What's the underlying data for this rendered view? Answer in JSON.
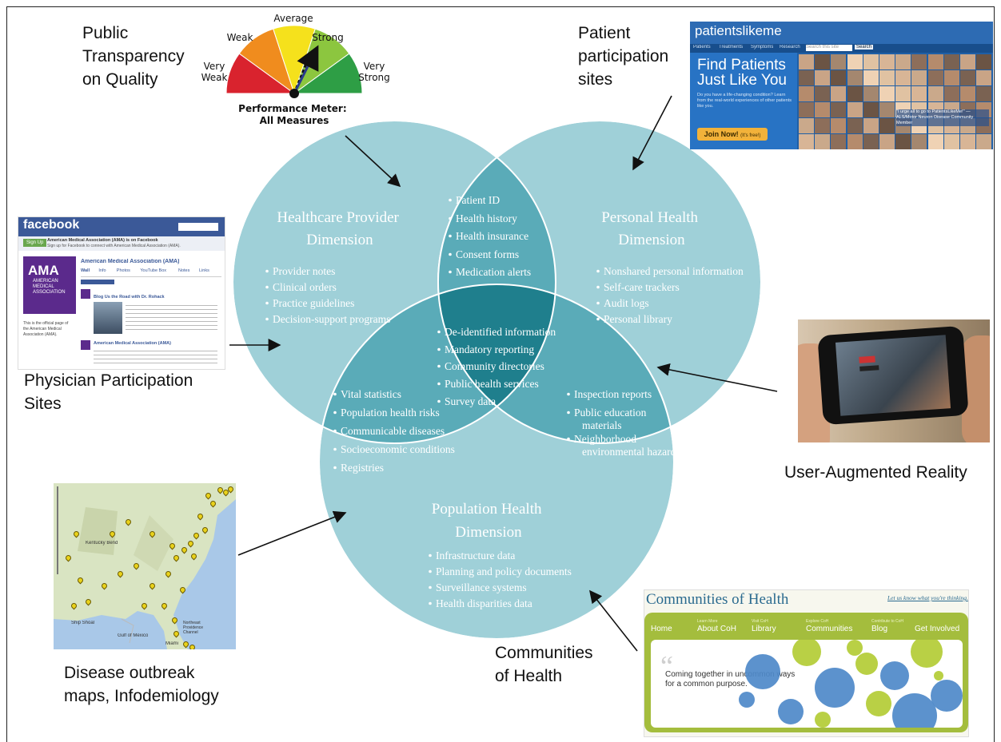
{
  "labels": {
    "public_transparency": [
      "Public",
      "Transparency",
      "on Quality"
    ],
    "patient_participation": [
      "Patient",
      "participation",
      "sites"
    ],
    "physician_participation": [
      "Physician Participation",
      "Sites"
    ],
    "user_augmented": "User-Augmented Reality",
    "disease_outbreak": [
      "Disease outbreak",
      "maps, Infodemiology"
    ],
    "communities_health": [
      "Communities",
      "of Health"
    ]
  },
  "meter": {
    "levels": [
      "Very Weak",
      "Weak",
      "Average",
      "Strong",
      "Very Strong"
    ],
    "caption": [
      "Performance Meter:",
      "All Measures"
    ],
    "colors": [
      "#d9232e",
      "#f08c1e",
      "#f5e11c",
      "#8cc63f",
      "#2e9e45"
    ]
  },
  "venn": {
    "provider": {
      "title": [
        "Healthcare Provider",
        "Dimension"
      ],
      "items": [
        "Provider notes",
        "Clinical orders",
        "Practice guidelines",
        "Decision-support programs"
      ]
    },
    "personal": {
      "title": [
        "Personal Health",
        "Dimension"
      ],
      "items": [
        "Nonshared personal information",
        "Self-care trackers",
        "Audit logs",
        "Personal library"
      ]
    },
    "population": {
      "title": [
        "Population Health",
        "Dimension"
      ],
      "items": [
        "Infrastructure data",
        "Planning and policy documents",
        "Surveillance systems",
        "Health disparities data"
      ]
    },
    "provider_personal": [
      "Patient ID",
      "Health history",
      "Health insurance",
      "Consent forms",
      "Medication alerts"
    ],
    "provider_population": [
      "Vital statistics",
      "Population health risks",
      "Communicable diseases",
      "Socioeconomic conditions",
      "Registries"
    ],
    "personal_population": [
      "Inspection reports",
      "Public education",
      "materials",
      "Neighborhood",
      "environmental hazards"
    ],
    "center": [
      "De-identified information",
      "Mandatory reporting",
      "Community directories",
      "Public health services",
      "Survey data"
    ],
    "colors": {
      "circle": "#9fd0d8",
      "pair": "#5aabb8",
      "center": "#1f7f8d"
    }
  },
  "patientslikeme": {
    "logo": "patientslikeme",
    "nav": [
      "Patients",
      "Treatments",
      "Symptoms",
      "Research"
    ],
    "search_placeholder": "Search this site",
    "search_button": "Search",
    "headline": [
      "Find Patients",
      "Just Like You"
    ],
    "body": "Do you have a life-changing condition? Learn from the real-world experiences of other patients like you.",
    "quote": "\"I urge all to go to PatientsLikeMe!\" —ALS/Motor Neuron Disease Community Member",
    "join": "Join Now!",
    "join_note": "(It's free!)"
  },
  "facebook": {
    "logo": "facebook",
    "signup": "Sign Up",
    "banner": "American Medical Association (AMA) is on Facebook",
    "banner_sub": "Sign up for Facebook to connect with American Medical Association (AMA).",
    "page_name": "American Medical Association (AMA)",
    "tabs": [
      "Wall",
      "Info",
      "Photos",
      "YouTube Box",
      "Notes",
      "Links"
    ],
    "ama_logo": [
      "AMA",
      "AMERICAN",
      "MEDICAL",
      "ASSOCIATION"
    ],
    "post_title": "Blog Us the Road with Dr. Rohack",
    "left_text": "This is the official page of the American Medical Association (AMA).",
    "post2": "American Medical Association (AMA)"
  },
  "map": {
    "places": [
      "Kentucky Bend",
      "Ship Shoal",
      "Gulf of Mexico",
      "Northeast Providence Channel",
      "Miami"
    ]
  },
  "coh": {
    "title": "Communities of Health",
    "link": "Let us know what you're thinking.",
    "nav": [
      {
        "pre": "",
        "label": "Home"
      },
      {
        "pre": "Learn More",
        "label": "About CoH"
      },
      {
        "pre": "Visit CoH",
        "label": "Library"
      },
      {
        "pre": "Explore CoH",
        "label": "Communities"
      },
      {
        "pre": "Contribute to CoH",
        "label": "Blog"
      },
      {
        "pre": "",
        "label": "Get Involved"
      }
    ],
    "tagline": [
      "Coming together in uncommon ways",
      "for a common purpose."
    ]
  }
}
